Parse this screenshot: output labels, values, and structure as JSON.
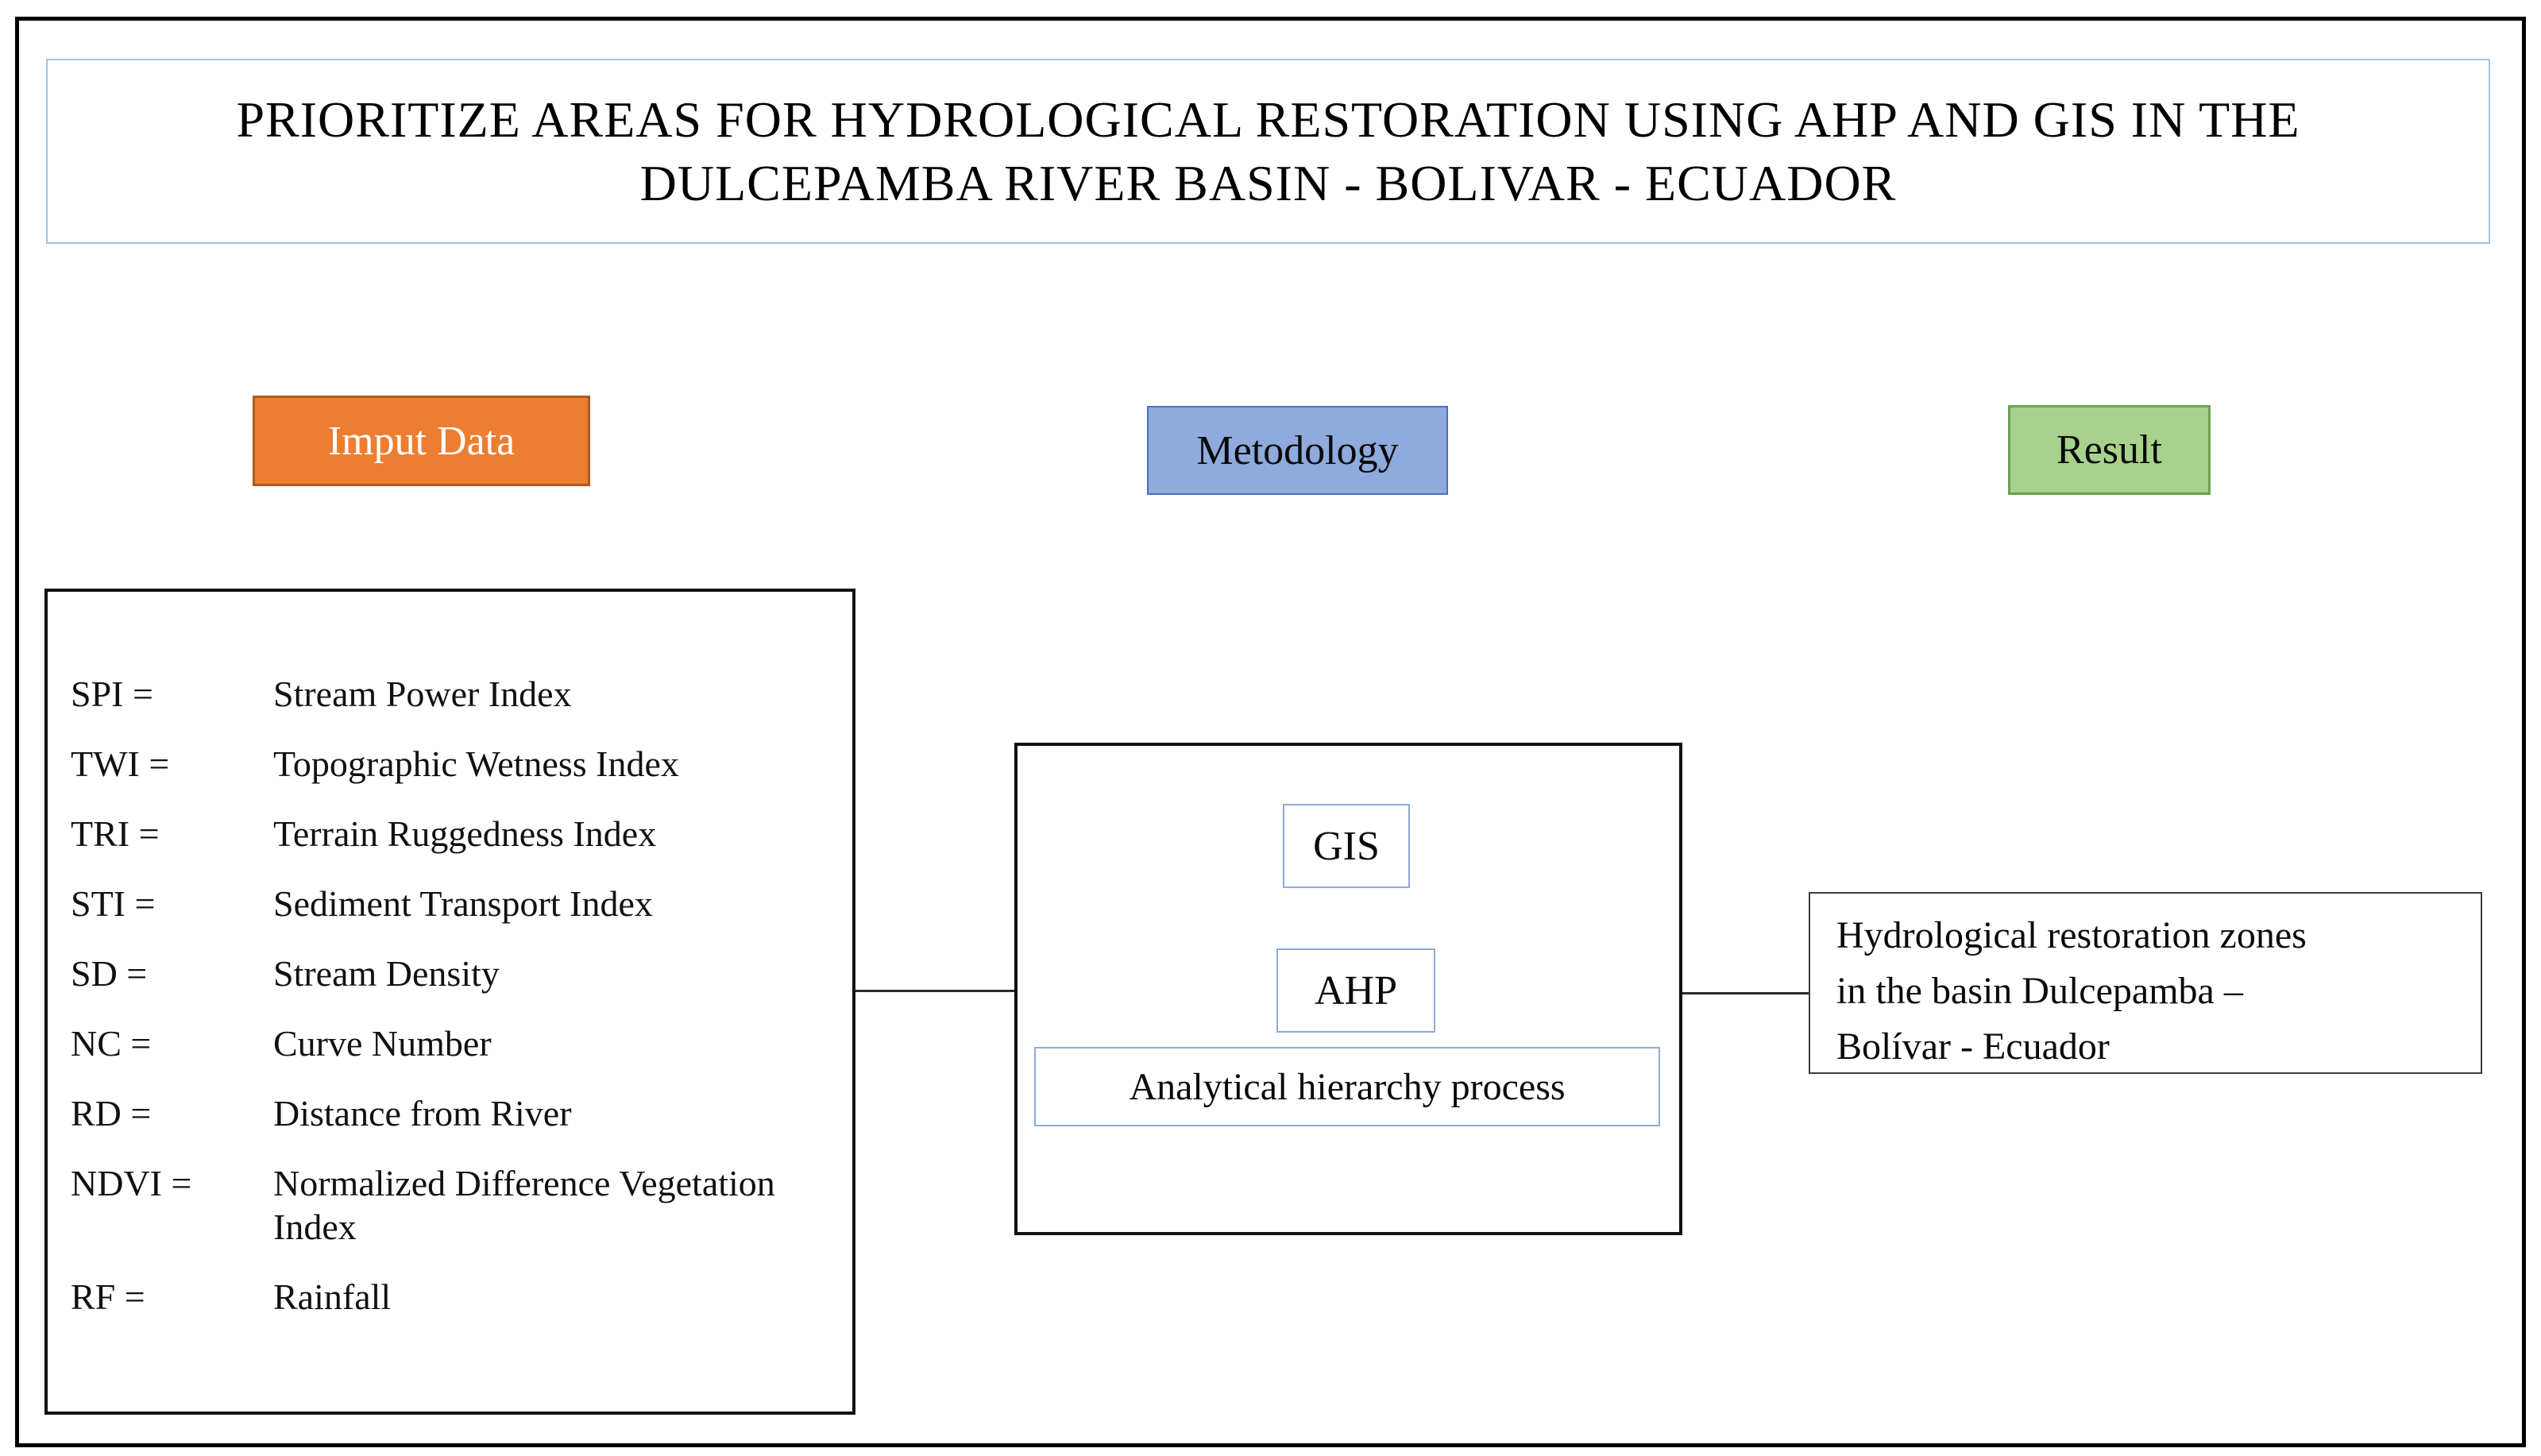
{
  "diagram": {
    "title": {
      "line1": "PRIORITIZE AREAS FOR HYDROLOGICAL RESTORATION USING AHP AND GIS IN THE",
      "line2": "DULCEPAMBA RIVER BASIN - BOLIVAR - ECUADOR"
    },
    "headers": {
      "input": "Imput Data",
      "methodology": "Metodology",
      "result": "Result"
    },
    "colors": {
      "input_fill": "#ED7D31",
      "input_border": "#AE5A21",
      "methodology_fill": "#8FAADC",
      "methodology_border": "#4C6FBF",
      "result_fill": "#A9D18E",
      "result_border": "#6CA24D",
      "title_box_border": "#9DC3E6",
      "inner_box_border": "#8EAADB",
      "frame_border": "#000000"
    },
    "abbreviations": [
      {
        "abbr": "SPI =",
        "definition": "Stream Power Index"
      },
      {
        "abbr": "TWI =",
        "definition": "Topographic Wetness Index"
      },
      {
        "abbr": "TRI =",
        "definition": "Terrain Ruggedness Index"
      },
      {
        "abbr": "STI =",
        "definition": "Sediment Transport Index"
      },
      {
        "abbr": "SD =",
        "definition": "Stream Density"
      },
      {
        "abbr": "NC =",
        "definition": "Curve Number"
      },
      {
        "abbr": "RD =",
        "definition": "Distance from River"
      },
      {
        "abbr": "NDVI =",
        "definition": "Normalized Difference Vegetation Index"
      },
      {
        "abbr": "RF =",
        "definition": "Rainfall"
      }
    ],
    "methodology_box": {
      "gis": "GIS",
      "ahp": "AHP",
      "process": "Analytical hierarchy process"
    },
    "result_box": {
      "line1": "Hydrological restoration zones",
      "line2": "in the basin Dulcepamba –",
      "line3": "Bolívar - Ecuador"
    }
  }
}
